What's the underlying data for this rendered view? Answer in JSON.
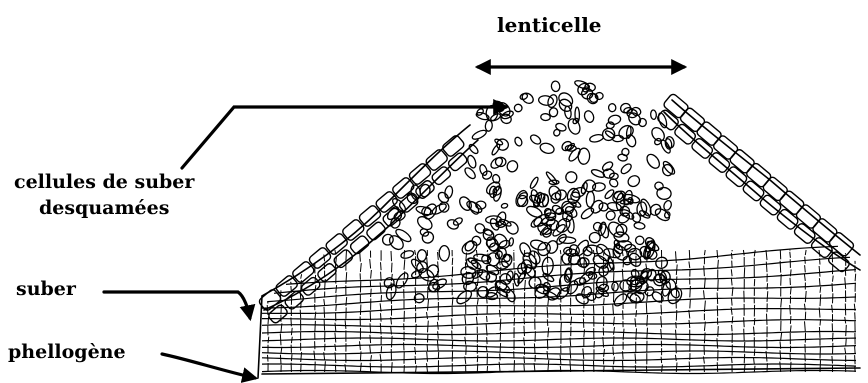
{
  "labels": {
    "lenticelle": "lenticelle",
    "cellules_line1": "cellules de suber",
    "cellules_line2": "desquamées",
    "suber": "suber",
    "phellogene": "phellogène"
  },
  "colors": {
    "ink": "#000000",
    "background": "#ffffff"
  }
}
